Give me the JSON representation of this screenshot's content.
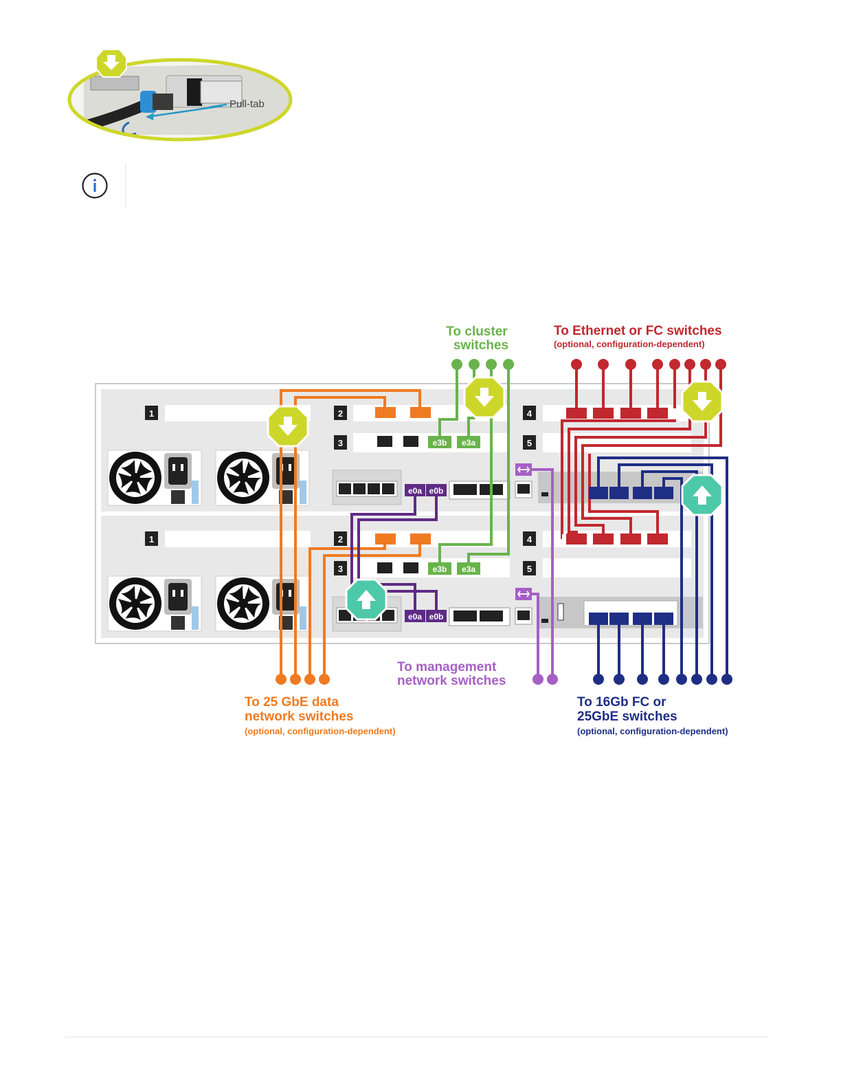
{
  "pulltab_image": {
    "label": "Pull-tab"
  },
  "note": {
    "icon": "info-circle-icon"
  },
  "diagram": {
    "colors": {
      "orange": "#f07a21",
      "green": "#69b34c",
      "red": "#c1282f",
      "purple": "#5e2b86",
      "mgmt": "#a560c4",
      "navy": "#1f2e85",
      "yellow": "#cdd72a",
      "teal": "#4dc8a8",
      "chassis": "#e8e8e8",
      "chassis_border": "#c9c9c9"
    },
    "labels": {
      "cluster_line1": "To cluster",
      "cluster_line2": "switches",
      "eth_fc_title": "To Ethernet or FC switches",
      "eth_fc_sub": "(optional, configuration-dependent)",
      "data_line1": "To 25 GbE data",
      "data_line2": "network switches",
      "data_sub": "(optional, configuration-dependent)",
      "mgmt_line1": "To management",
      "mgmt_line2": "network switches",
      "fc_line1": "To 16Gb FC or",
      "fc_line2": "25GbE switches",
      "fc_sub": "(optional, configuration-dependent)"
    },
    "slots": {
      "top": [
        "1",
        "2",
        "3",
        "4",
        "5"
      ],
      "bottom": [
        "1",
        "2",
        "3",
        "4",
        "5"
      ]
    },
    "ports": {
      "e3b": "e3b",
      "e3a": "e3a",
      "e0a": "e0a",
      "e0b": "e0b"
    }
  }
}
